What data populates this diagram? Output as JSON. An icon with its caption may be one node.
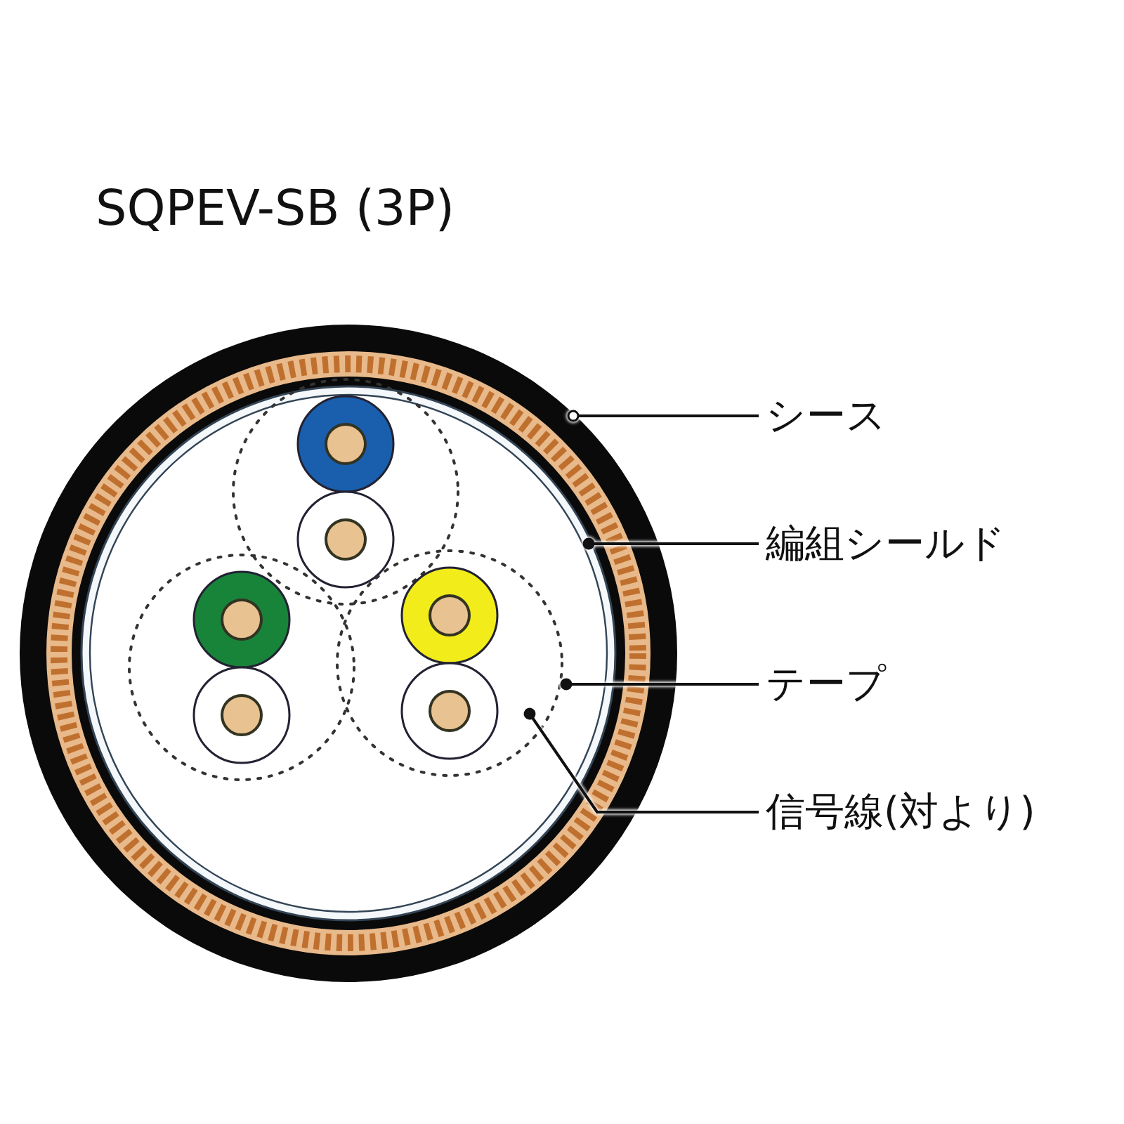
{
  "diagram": {
    "title": "SQPEV-SB (3P)",
    "nodes": [
      {
        "text": [
          "シース"
        ]
      },
      {
        "text": [
          "編組シールド"
        ]
      },
      {
        "text": [
          "テープ"
        ]
      },
      {
        "text": [
          "信号線(対より)"
        ]
      },
      {
        "text": [],
        "shape": "circle"
      },
      {
        "text": [],
        "shape": "circle",
        "in": 4
      },
      {
        "text": [],
        "shape": "circle",
        "in": 5
      },
      {
        "text": [],
        "shape": "circle",
        "in": 6
      }
    ],
    "edges": [
      {
        "from": 0,
        "to": 4,
        "arrow": "other"
      },
      {
        "from": 1,
        "to": 5,
        "arrow": "other"
      },
      {
        "from": 2,
        "to": 6,
        "arrow": "other"
      },
      {
        "from": 3,
        "to": 7,
        "arrow": "other"
      }
    ]
  }
}
